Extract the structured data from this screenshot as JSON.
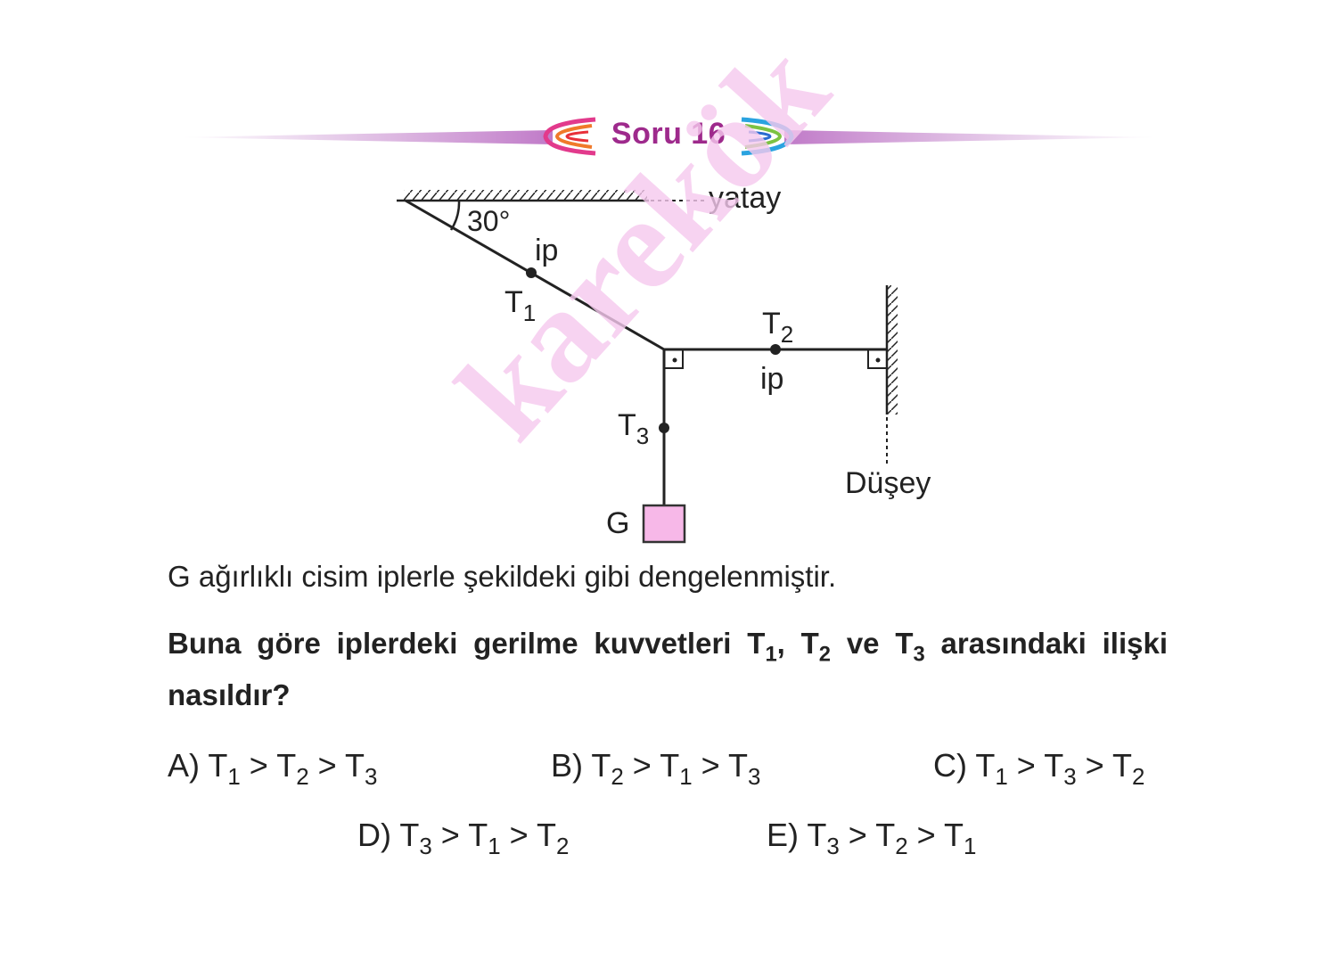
{
  "header": {
    "title": "Soru 16"
  },
  "diagram": {
    "horizontal_label": "yatay",
    "angle_label": "30°",
    "rope_label_1": "ip",
    "rope_label_2": "ip",
    "t1": {
      "main": "T",
      "sub": "1"
    },
    "t2": {
      "main": "T",
      "sub": "2"
    },
    "t3": {
      "main": "T",
      "sub": "3"
    },
    "weight_label": "G",
    "vertical_label": "Düşey",
    "colors": {
      "block_fill": "#f7b8e8",
      "block_stroke": "#333333",
      "line": "#222222"
    }
  },
  "watermark": "karekök",
  "statement": "G ağırlıklı cisim iplerle şekildeki gibi dengelenmiştir.",
  "question": {
    "part1": "Buna göre iplerdeki gerilme kuvvetleri T",
    "sub1": "1",
    "part2": ", T",
    "sub2": "2",
    "part3": " ve T",
    "sub3": "3",
    "part4": " arasındaki ilişki nasıldır?"
  },
  "options": [
    {
      "letter": "A)",
      "terms": [
        {
          "sub": "1"
        },
        {
          "sub": "2"
        },
        {
          "sub": "3"
        }
      ]
    },
    {
      "letter": "B)",
      "terms": [
        {
          "sub": "2"
        },
        {
          "sub": "1"
        },
        {
          "sub": "3"
        }
      ]
    },
    {
      "letter": "C)",
      "terms": [
        {
          "sub": "1"
        },
        {
          "sub": "3"
        },
        {
          "sub": "2"
        }
      ]
    },
    {
      "letter": "D)",
      "terms": [
        {
          "sub": "3"
        },
        {
          "sub": "1"
        },
        {
          "sub": "2"
        }
      ]
    },
    {
      "letter": "E)",
      "terms": [
        {
          "sub": "3"
        },
        {
          "sub": "2"
        },
        {
          "sub": "1"
        }
      ]
    }
  ],
  "option_symbol": "T",
  "option_separator": ">"
}
